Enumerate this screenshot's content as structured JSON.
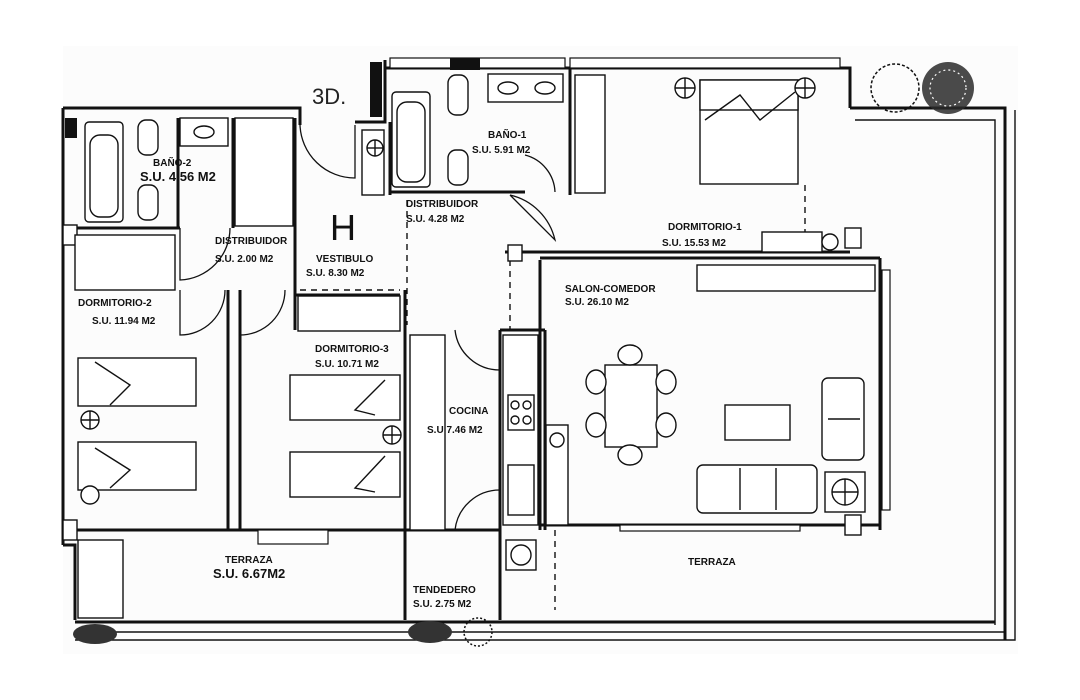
{
  "plan": {
    "unit_code": "3D.",
    "hall_mark": "H",
    "rooms": [
      {
        "id": "bano-2",
        "name": "BAÑO-2",
        "area": "S.U. 4.56 M2"
      },
      {
        "id": "distribuidor-left",
        "name": "DISTRIBUIDOR",
        "area": "S.U. 2.00 M2"
      },
      {
        "id": "vestibulo",
        "name": "VESTIBULO",
        "area": "S.U. 8.30 M2"
      },
      {
        "id": "bano-1",
        "name": "BAÑO-1",
        "area": "S.U. 5.91 M2"
      },
      {
        "id": "distribuidor-right",
        "name": "DISTRIBUIDOR",
        "area": "S.U. 4.28 M2"
      },
      {
        "id": "dormitorio-1",
        "name": "DORMITORIO-1",
        "area": "S.U. 15.53 M2"
      },
      {
        "id": "dormitorio-2",
        "name": "DORMITORIO-2",
        "area": "S.U. 11.94 M2"
      },
      {
        "id": "dormitorio-3",
        "name": "DORMITORIO-3",
        "area": "S.U. 10.71 M2"
      },
      {
        "id": "salon-comedor",
        "name": "SALON-COMEDOR",
        "area": "S.U. 26.10 M2"
      },
      {
        "id": "cocina",
        "name": "COCINA",
        "area": "S.U 7.46 M2"
      },
      {
        "id": "terraza-left",
        "name": "TERRAZA",
        "area": "S.U. 6.67M2"
      },
      {
        "id": "tendedero",
        "name": "TENDEDERO",
        "area": "S.U. 2.75 M2"
      },
      {
        "id": "terraza-right",
        "name": "TERRAZA",
        "area": ""
      }
    ]
  }
}
